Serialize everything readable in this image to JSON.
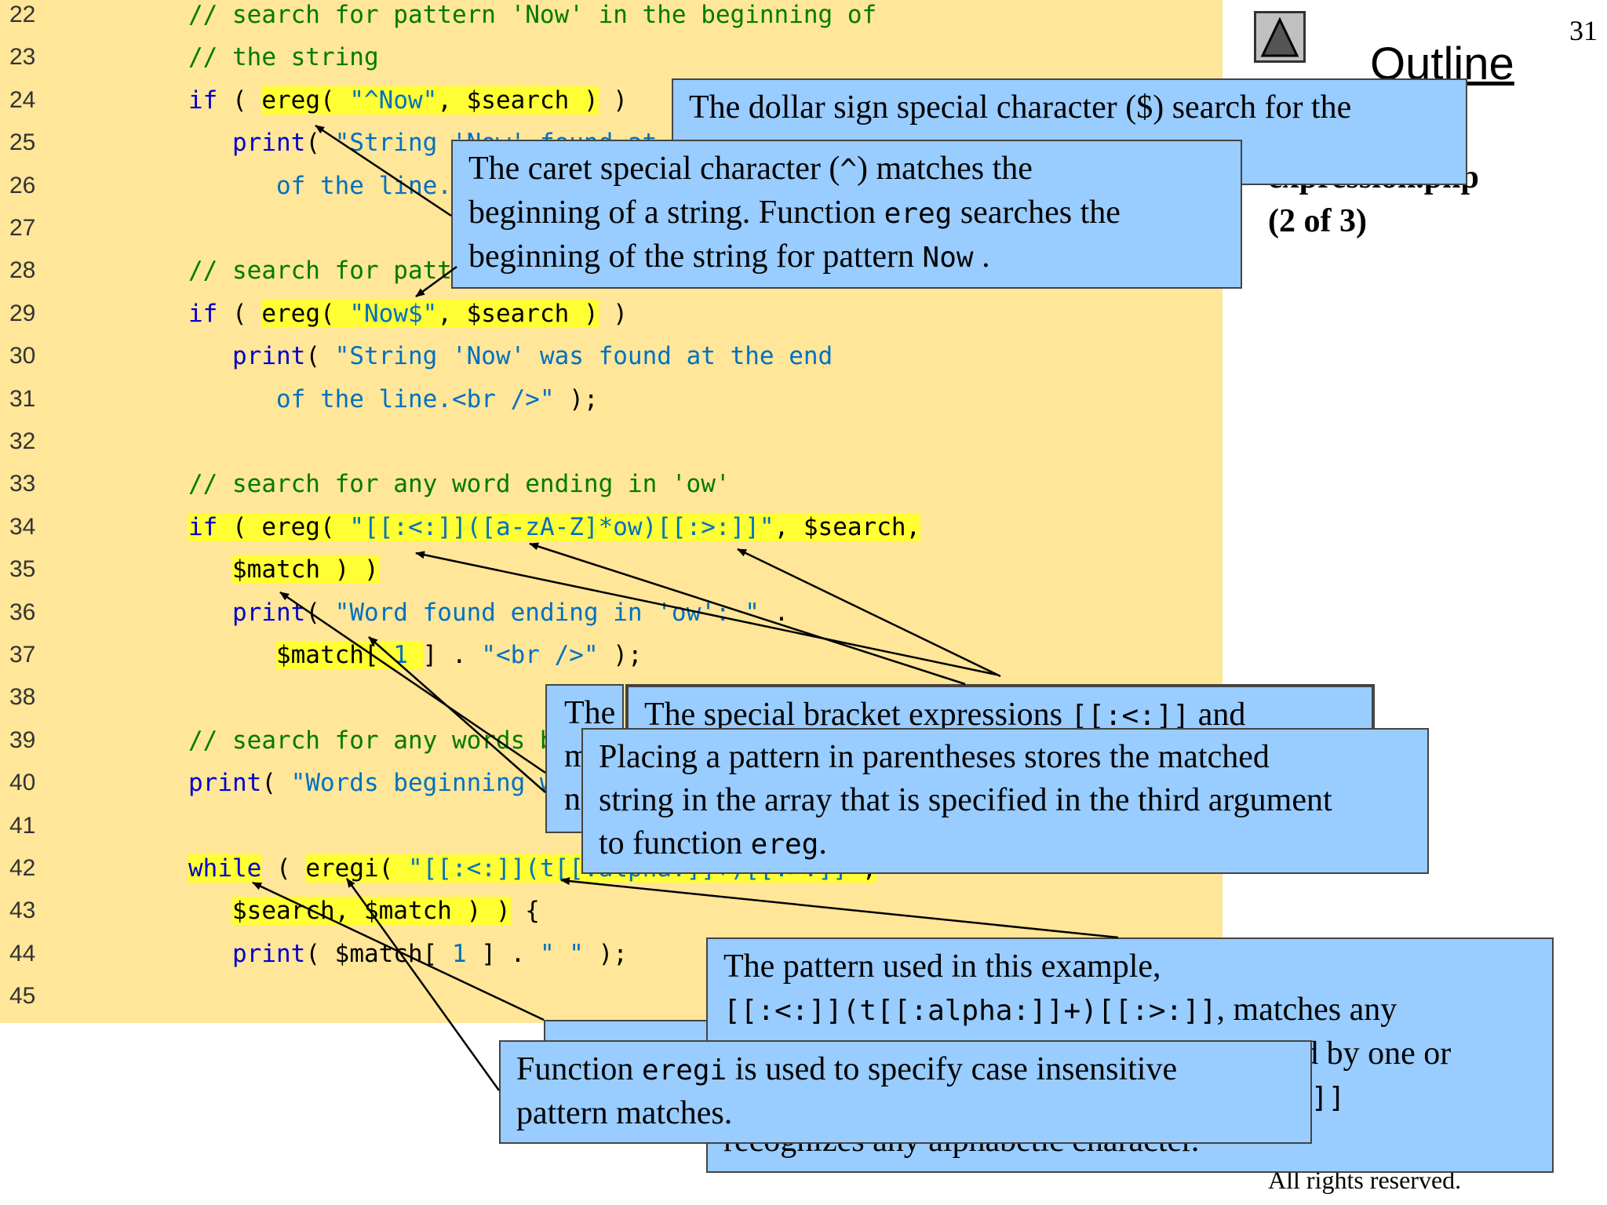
{
  "page_number": "31",
  "outline": {
    "title": "Outline",
    "file_name": "expression.php",
    "part": "(2 of 3)"
  },
  "copyright": "All rights reserved.",
  "period_mark": ".",
  "code_lines": [
    {
      "n": "22",
      "tokens": [
        {
          "t": "// search for pattern 'Now' in the beginning of",
          "c": "cm"
        }
      ]
    },
    {
      "n": "23",
      "tokens": [
        {
          "t": "// the string",
          "c": "cm"
        }
      ]
    },
    {
      "n": "24",
      "tokens": [
        {
          "t": "if",
          "c": "kw"
        },
        {
          "t": " ( ",
          "c": "pn"
        },
        {
          "t": "ereg(",
          "c": "pn",
          "h": true
        },
        {
          "t": " ",
          "c": "pn",
          "h": true
        },
        {
          "t": "\"^Now\"",
          "c": "st",
          "h": true
        },
        {
          "t": ", $search )",
          "c": "pn",
          "h": true
        },
        {
          "t": " )",
          "c": "pn"
        }
      ]
    },
    {
      "n": "25",
      "tokens": [
        {
          "t": "   ",
          "c": "pn"
        },
        {
          "t": "print",
          "c": "kw"
        },
        {
          "t": "( ",
          "c": "pn"
        },
        {
          "t": "\"String 'Now' found at the beginning\"",
          "c": "st"
        }
      ]
    },
    {
      "n": "26",
      "tokens": [
        {
          "t": "      ",
          "c": "pn"
        },
        {
          "t": "of the line.<br />\"",
          "c": "st"
        },
        {
          "t": " );",
          "c": "pn"
        }
      ]
    },
    {
      "n": "27",
      "tokens": []
    },
    {
      "n": "28",
      "tokens": [
        {
          "t": "// search for pattern 'Now' at the end of the string",
          "c": "cm"
        }
      ]
    },
    {
      "n": "29",
      "tokens": [
        {
          "t": "if",
          "c": "kw"
        },
        {
          "t": " ( ",
          "c": "pn"
        },
        {
          "t": "ereg(",
          "c": "pn",
          "h": true
        },
        {
          "t": " ",
          "c": "pn",
          "h": true
        },
        {
          "t": "\"Now$\"",
          "c": "st",
          "h": true
        },
        {
          "t": ", $search )",
          "c": "pn",
          "h": true
        },
        {
          "t": " )",
          "c": "pn"
        }
      ]
    },
    {
      "n": "30",
      "tokens": [
        {
          "t": "   ",
          "c": "pn"
        },
        {
          "t": "print",
          "c": "kw"
        },
        {
          "t": "( ",
          "c": "pn"
        },
        {
          "t": "\"String 'Now' was found at the end",
          "c": "st"
        }
      ]
    },
    {
      "n": "31",
      "tokens": [
        {
          "t": "      ",
          "c": "pn"
        },
        {
          "t": "of the line.<br />\"",
          "c": "st"
        },
        {
          "t": " );",
          "c": "pn"
        }
      ]
    },
    {
      "n": "32",
      "tokens": []
    },
    {
      "n": "33",
      "tokens": [
        {
          "t": "// search for any word ending in 'ow'",
          "c": "cm"
        }
      ]
    },
    {
      "n": "34",
      "tokens": [
        {
          "t": "if",
          "c": "kw",
          "h": true
        },
        {
          "t": " ( ereg( ",
          "c": "pn",
          "h": true
        },
        {
          "t": "\"[[:<:]]([a-zA-Z]*ow)[[:>:]]\"",
          "c": "st",
          "h": true
        },
        {
          "t": ", $search,",
          "c": "pn",
          "h": true
        }
      ]
    },
    {
      "n": "35",
      "tokens": [
        {
          "t": "   ",
          "c": "pn"
        },
        {
          "t": "$match ) )",
          "c": "pn",
          "h": true
        }
      ]
    },
    {
      "n": "36",
      "tokens": [
        {
          "t": "   ",
          "c": "pn"
        },
        {
          "t": "print",
          "c": "kw"
        },
        {
          "t": "( ",
          "c": "pn"
        },
        {
          "t": "\"Word found ending in 'ow': \"",
          "c": "st"
        },
        {
          "t": " .",
          "c": "pn"
        }
      ]
    },
    {
      "n": "37",
      "tokens": [
        {
          "t": "      ",
          "c": "pn"
        },
        {
          "t": "$match[",
          "c": "pn",
          "h": true
        },
        {
          "t": " 1 ",
          "c": "st",
          "h": true
        },
        {
          "t": "]",
          "c": "pn"
        },
        {
          "t": " . ",
          "c": "pn"
        },
        {
          "t": "\"<br />\"",
          "c": "st"
        },
        {
          "t": " );",
          "c": "pn"
        }
      ]
    },
    {
      "n": "38",
      "tokens": []
    },
    {
      "n": "39",
      "tokens": [
        {
          "t": "// search for any words beginning with 't'",
          "c": "cm"
        }
      ]
    },
    {
      "n": "40",
      "tokens": [
        {
          "t": "print",
          "c": "kw"
        },
        {
          "t": "( ",
          "c": "pn"
        },
        {
          "t": "\"Words beginning with 't' found: \"",
          "c": "st"
        },
        {
          "t": " );",
          "c": "pn"
        }
      ]
    },
    {
      "n": "41",
      "tokens": []
    },
    {
      "n": "42",
      "tokens": [
        {
          "t": "while",
          "c": "kw",
          "h": true
        },
        {
          "t": " ( ",
          "c": "pn"
        },
        {
          "t": "eregi( ",
          "c": "pn",
          "h": true
        },
        {
          "t": "\"[[:<:]](t[[:alpha:]]+)[[:>:]]\"",
          "c": "st",
          "h": true
        },
        {
          "t": ",",
          "c": "pn",
          "h": true
        }
      ]
    },
    {
      "n": "43",
      "tokens": [
        {
          "t": "   ",
          "c": "pn"
        },
        {
          "t": "$search, $match ) )",
          "c": "pn",
          "h": true
        },
        {
          "t": " {",
          "c": "pn"
        }
      ]
    },
    {
      "n": "44",
      "tokens": [
        {
          "t": "   ",
          "c": "pn"
        },
        {
          "t": "print",
          "c": "kw"
        },
        {
          "t": "( $match[ ",
          "c": "pn"
        },
        {
          "t": "1",
          "c": "st"
        },
        {
          "t": " ] . ",
          "c": "pn"
        },
        {
          "t": "\" \"",
          "c": "st"
        },
        {
          "t": " );",
          "c": "pn"
        }
      ]
    },
    {
      "n": "45",
      "tokens": []
    }
  ],
  "callouts": {
    "dollar": {
      "lines": [
        [
          {
            "t": "The dollar sign special character ($) search for the"
          }
        ]
      ]
    },
    "caret": {
      "lines": [
        [
          {
            "t": "The caret special character ("
          },
          {
            "t": "^",
            "m": true
          },
          {
            "t": ") matches the"
          }
        ],
        [
          {
            "t": "beginning of a string. Function "
          },
          {
            "t": "ereg",
            "m": true
          },
          {
            "t": " searches the"
          }
        ],
        [
          {
            "t": "beginning of the string for pattern "
          },
          {
            "t": "Now",
            "m": true
          },
          {
            "t": " ."
          }
        ]
      ]
    },
    "back_fragment": {
      "lines": [
        [
          {
            "t": "The"
          }
        ],
        [
          {
            "t": "m"
          }
        ],
        [
          {
            "t": "n"
          }
        ]
      ]
    },
    "bracket": {
      "lines": [
        [
          {
            "t": "The special bracket expressions "
          },
          {
            "t": "[[:<:]]",
            "m": true
          },
          {
            "t": " and"
          }
        ]
      ]
    },
    "parens": {
      "lines": [
        [
          {
            "t": "Placing a pattern in parentheses stores the matched"
          }
        ],
        [
          {
            "t": "string in the array that is specified in the third argument"
          }
        ],
        [
          {
            "t": "to function "
          },
          {
            "t": "ereg",
            "m": true
          },
          {
            "t": "."
          }
        ]
      ]
    },
    "pattern": {
      "lines": [
        [
          {
            "t": "The pattern used in this example,"
          }
        ],
        [
          {
            "t": "[[:<:]](t[[:alpha:]]+)[[:>:]]",
            "m": true
          },
          {
            "t": ", matches any"
          }
        ],
        [
          {
            "t": "word beginning with the character t followed by one or"
          }
        ],
        [
          {
            "t": "more characters. Character class "
          },
          {
            "t": "[[:alpha:]]",
            "m": true
          }
        ],
        [
          {
            "t": "recognizes any alphabetic character."
          }
        ]
      ]
    },
    "eregi": {
      "lines": [
        [
          {
            "t": "Function "
          },
          {
            "t": "eregi",
            "m": true
          },
          {
            "t": " is used to specify case insensitive"
          }
        ],
        [
          {
            "t": "pattern matches."
          }
        ]
      ]
    }
  },
  "colors": {
    "code_background": "#ffe699",
    "highlight": "#ffff33",
    "callout_fill": "#99ccff",
    "comment": "#007a00",
    "keyword": "#0000cc",
    "string": "#0070c0"
  },
  "icons": {
    "outline_button": "triangle-up-icon"
  }
}
